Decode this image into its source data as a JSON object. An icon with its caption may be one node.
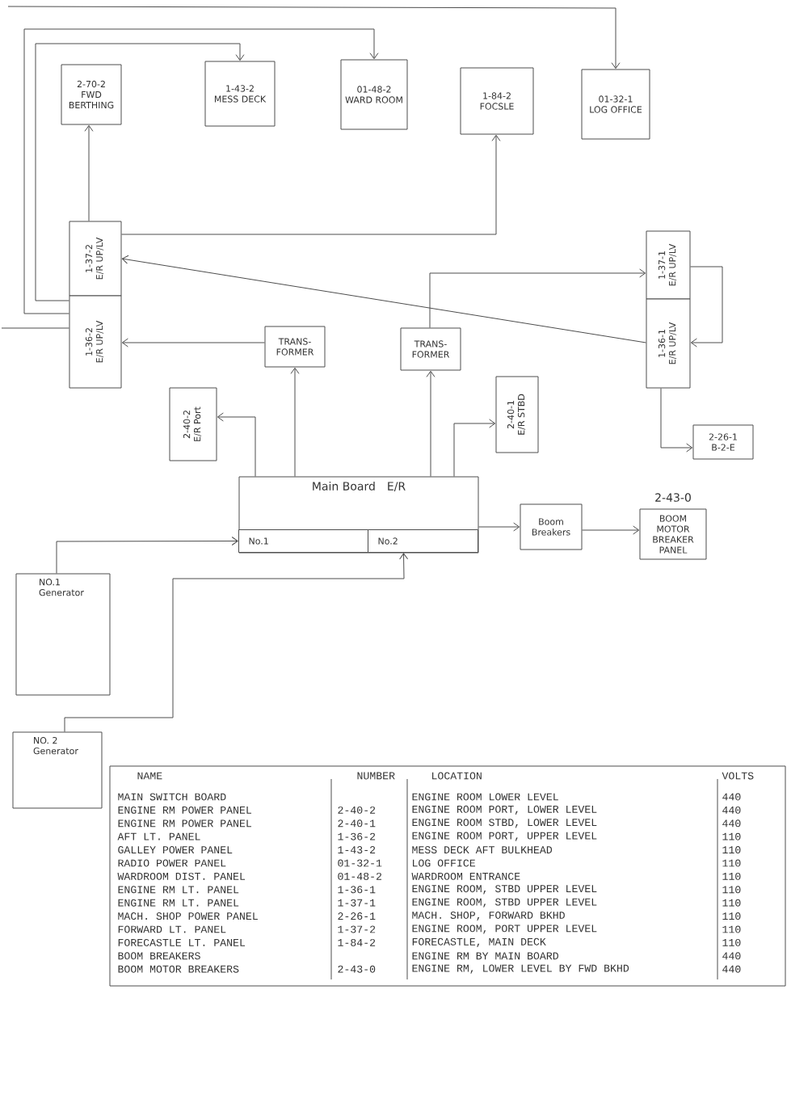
{
  "diagram": {
    "nodes": [
      {
        "text": [
          "2-70-2",
          "FWD BERTHING"
        ]
      },
      {
        "text": [
          "1-43-2",
          "MESS DECK"
        ]
      },
      {
        "text": [
          "01-48-2",
          "WARD ROOM"
        ]
      },
      {
        "text": [
          "1-84-2",
          "FOCSLE"
        ]
      },
      {
        "text": [
          "01-32-1",
          "LOG OFFICE"
        ]
      },
      {
        "text": [
          "1-37-2",
          "E/R UP/LV"
        ]
      },
      {
        "text": [
          "1-36-2",
          "E/R UP/LV"
        ]
      },
      {
        "text": [
          "1-37-1",
          "E/R UP/LV"
        ]
      },
      {
        "text": [
          "1-36-1",
          "E/R UP/LV"
        ]
      },
      {
        "text": [
          "TRANS-FORMER"
        ]
      },
      {
        "text": [
          "TRANS-FORMER"
        ]
      },
      {
        "text": [
          "2-40-2",
          "E/R Port"
        ]
      },
      {
        "text": [
          "2-40-1",
          "E/R STBD"
        ]
      },
      {
        "text": [
          "2-26-1",
          "B-2-E"
        ]
      },
      {
        "text": [
          "Main Board",
          "E/R"
        ]
      },
      {
        "text": [
          "No.1"
        ],
        "in": 14
      },
      {
        "text": [
          "No.2"
        ],
        "in": 14
      },
      {
        "text": [
          "Boom Breakers"
        ]
      },
      {
        "text": [
          "BOOM MOTOR BREAKER PANEL"
        ],
        "beside": [
          "2-43-0"
        ]
      },
      {
        "text": [
          "NO.1 Generator"
        ]
      },
      {
        "text": [
          "NO. 2 Generator"
        ]
      }
    ],
    "edges": [
      {
        "from": null,
        "to": 4,
        "arrow": "to"
      },
      {
        "from": 6,
        "to": 1,
        "arrow": "to"
      },
      {
        "from": 6,
        "to": 2,
        "arrow": "to"
      },
      {
        "from": null,
        "to": 6,
        "arrow": "none"
      },
      {
        "from": 5,
        "to": 0,
        "arrow": "to"
      },
      {
        "from": 5,
        "to": 3,
        "arrow": "to"
      },
      {
        "from": 8,
        "to": 5,
        "arrow": "to"
      },
      {
        "from": 10,
        "to": 7,
        "arrow": "to"
      },
      {
        "from": 7,
        "to": 8,
        "arrow": "to"
      },
      {
        "from": 8,
        "to": 13,
        "arrow": "to"
      },
      {
        "from": 9,
        "to": 6,
        "arrow": "to"
      },
      {
        "from": 14,
        "to": 9,
        "arrow": "to"
      },
      {
        "from": 14,
        "to": 10,
        "arrow": "to"
      },
      {
        "from": 14,
        "to": 11,
        "arrow": "to"
      },
      {
        "from": 14,
        "to": 12,
        "arrow": "to"
      },
      {
        "from": 14,
        "to": 17,
        "arrow": "to"
      },
      {
        "from": 17,
        "to": 18,
        "arrow": "to"
      },
      {
        "from": 19,
        "to": 15,
        "arrow": "to"
      },
      {
        "from": 20,
        "to": 16,
        "arrow": "to"
      }
    ],
    "labels": [
      "NAME",
      "NUMBER",
      "LOCATION",
      "VOLTS",
      "MAIN SWITCH BOARD",
      "ENGINE ROOM LOWER LEVEL",
      "440",
      "ENGINE RM POWER PANEL",
      "2-40-2",
      "ENGINE ROOM PORT, LOWER LEVEL",
      "440",
      "ENGINE RM POWER PANEL",
      "2-40-1",
      "ENGINE ROOM STBD, LOWER LEVEL",
      "440",
      "AFT LT. PANEL",
      "1-36-2",
      "ENGINE ROOM PORT, UPPER LEVEL",
      "110",
      "GALLEY POWER PANEL",
      "1-43-2",
      "MESS DECK AFT BULKHEAD",
      "110",
      "RADIO POWER PANEL",
      "01-32-1",
      "LOG OFFICE",
      "110",
      "WARDROOM DIST. PANEL",
      "01-48-2",
      "WARDROOM ENTRANCE",
      "110",
      "ENGINE RM LT. PANEL",
      "1-36-1",
      "ENGINE ROOM, STBD UPPER LEVEL",
      "110",
      "ENGINE RM LT. PANEL",
      "1-37-1",
      "ENGINE ROOM, STBD UPPER LEVEL",
      "110",
      "MACH. SHOP POWER PANEL",
      "2-26-1",
      "MACH. SHOP, FORWARD BKHD",
      "110",
      "FORWARD LT. PANEL",
      "1-37-2",
      "ENGINE ROOM, PORT UPPER LEVEL",
      "110",
      "FORECASTLE LT. PANEL",
      "1-84-2",
      "FORECASTLE, MAIN DECK",
      "110",
      "BOOM BREAKERS",
      "ENGINE RM BY MAIN BOARD",
      "440",
      "BOOM MOTOR BREAKERS",
      "2-43-0",
      "ENGINE RM, LOWER LEVEL BY FWD BKHD",
      "440"
    ]
  }
}
